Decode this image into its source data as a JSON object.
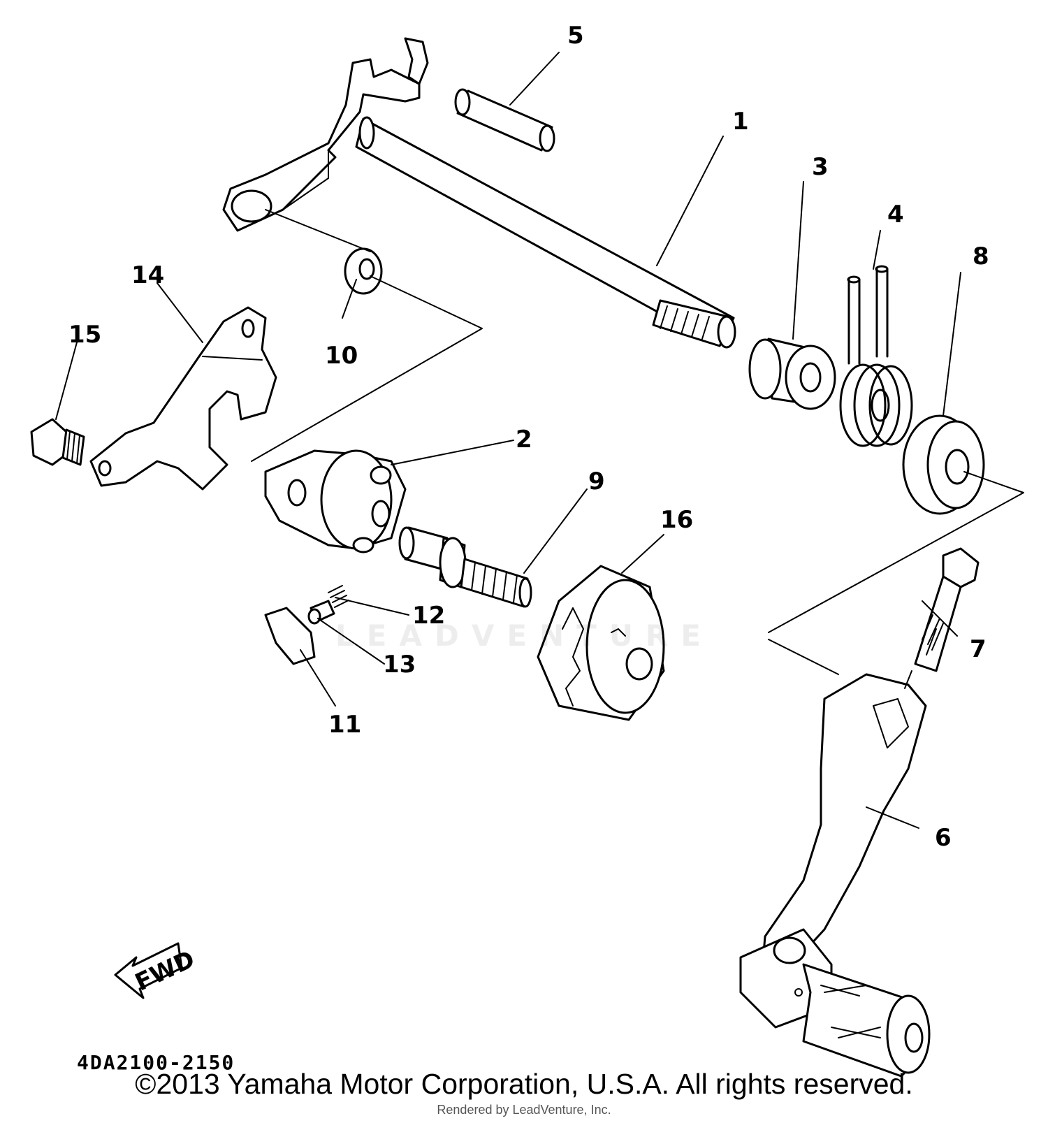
{
  "labels": {
    "l1": "1",
    "l2": "2",
    "l3": "3",
    "l4": "4",
    "l5": "5",
    "l6": "6",
    "l7": "7",
    "l8": "8",
    "l9": "9",
    "l10": "10",
    "l11": "11",
    "l12": "12",
    "l13": "13",
    "l14": "14",
    "l15": "15",
    "l16": "16"
  },
  "fwd_label": "FWD",
  "diagram_code": "4DA2100-2150",
  "copyright": "©2013 Yamaha Motor Corporation, U.S.A. All rights reserved.",
  "rendered_by": "Rendered by LeadVenture, Inc.",
  "watermark": "LEADVENTURE",
  "colors": {
    "ink": "#000000",
    "background": "#ffffff"
  }
}
